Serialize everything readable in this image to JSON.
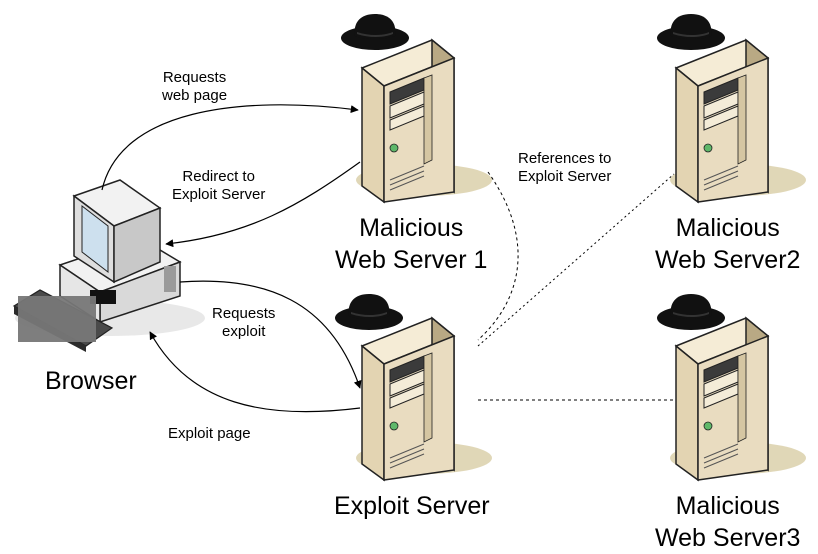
{
  "nodes": {
    "browser": "Browser",
    "malicious1": [
      "Malicious",
      "Web Server 1"
    ],
    "malicious2": [
      "Malicious",
      "Web Server2"
    ],
    "malicious3": [
      "Malicious",
      "Web Server3"
    ],
    "exploit_server": "Exploit Server"
  },
  "edges": {
    "requests_page": [
      "Requests",
      "web page"
    ],
    "redirect": [
      "Redirect to",
      "Exploit Server"
    ],
    "requests_exploit": [
      "Requests",
      "exploit"
    ],
    "exploit_page": "Exploit page",
    "references": [
      "References to",
      "Exploit Server"
    ]
  },
  "colors": {
    "server_body": "#e9dcc0",
    "server_shadow": "#d8cda5",
    "hat": "#111111"
  }
}
